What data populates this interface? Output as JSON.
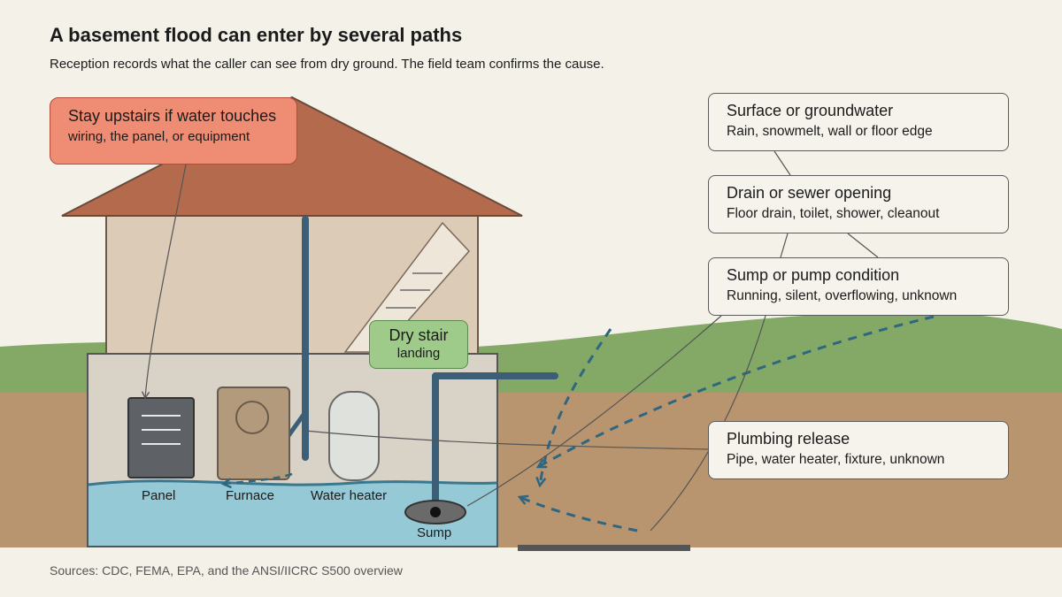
{
  "title": "A basement flood can enter by several paths",
  "subtitle": "Reception records what the caller can see from dry ground. The field team confirms the cause.",
  "source": "Sources: CDC, FEMA, EPA, and the ANSI/IICRC S500 overview",
  "warning": {
    "heading": "Stay upstairs if water touches",
    "detail": "wiring, the panel, or equipment"
  },
  "safe_spot": {
    "heading": "Dry stair",
    "detail": "landing"
  },
  "equipment": {
    "panel": "Panel",
    "furnace": "Furnace",
    "water_heater": "Water heater",
    "sump": "Sump"
  },
  "paths": [
    {
      "heading": "Surface or groundwater",
      "detail": "Rain, snowmelt, wall or floor edge"
    },
    {
      "heading": "Drain or sewer opening",
      "detail": "Floor drain, toilet, shower, cleanout"
    },
    {
      "heading": "Sump or pump condition",
      "detail": "Running, silent, overflowing, unknown"
    },
    {
      "heading": "Plumbing release",
      "detail": "Pipe, water heater, fixture, unknown"
    }
  ],
  "colors": {
    "background": "#f4f1e9",
    "roof": "#b46a4c",
    "house_wall": "#dccbb6",
    "grass": "#84a865",
    "soil": "#b8946f",
    "basement": "#d9d2c7",
    "flood_water": "#95c9d6",
    "pipe": "#3c5e76",
    "warning_fill": "#ef8c74",
    "safe_fill": "#9fcb8a"
  }
}
